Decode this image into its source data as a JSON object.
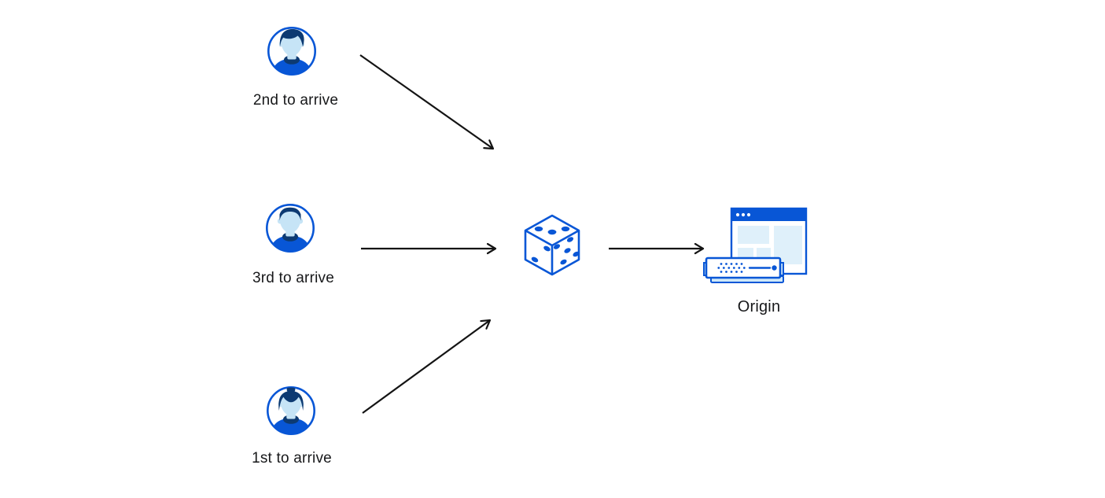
{
  "colors": {
    "background": "#ffffff",
    "blue": "#0856d6",
    "navy": "#0d3a72",
    "skin": "#c6e4f6",
    "panel": "#dff0fa",
    "pale": "#cfe8f8",
    "arrow": "#141414",
    "text": "#17181a"
  },
  "clients": [
    {
      "id": "client-top",
      "label": "2nd to arrive",
      "icon": "avatar-man-swoosh-hair-icon"
    },
    {
      "id": "client-middle",
      "label": "3rd to arrive",
      "icon": "avatar-man-flattop-hair-icon"
    },
    {
      "id": "client-bottom",
      "label": "1st to arrive",
      "icon": "avatar-woman-bun-hair-icon"
    }
  ],
  "router": {
    "id": "dice",
    "icon": "dice-icon"
  },
  "origin": {
    "id": "origin",
    "label": "Origin",
    "icon": "origin-server-browser-icon"
  },
  "edges": [
    {
      "from": "client-top",
      "to": "dice"
    },
    {
      "from": "client-middle",
      "to": "dice"
    },
    {
      "from": "client-bottom",
      "to": "dice"
    },
    {
      "from": "dice",
      "to": "origin"
    }
  ]
}
